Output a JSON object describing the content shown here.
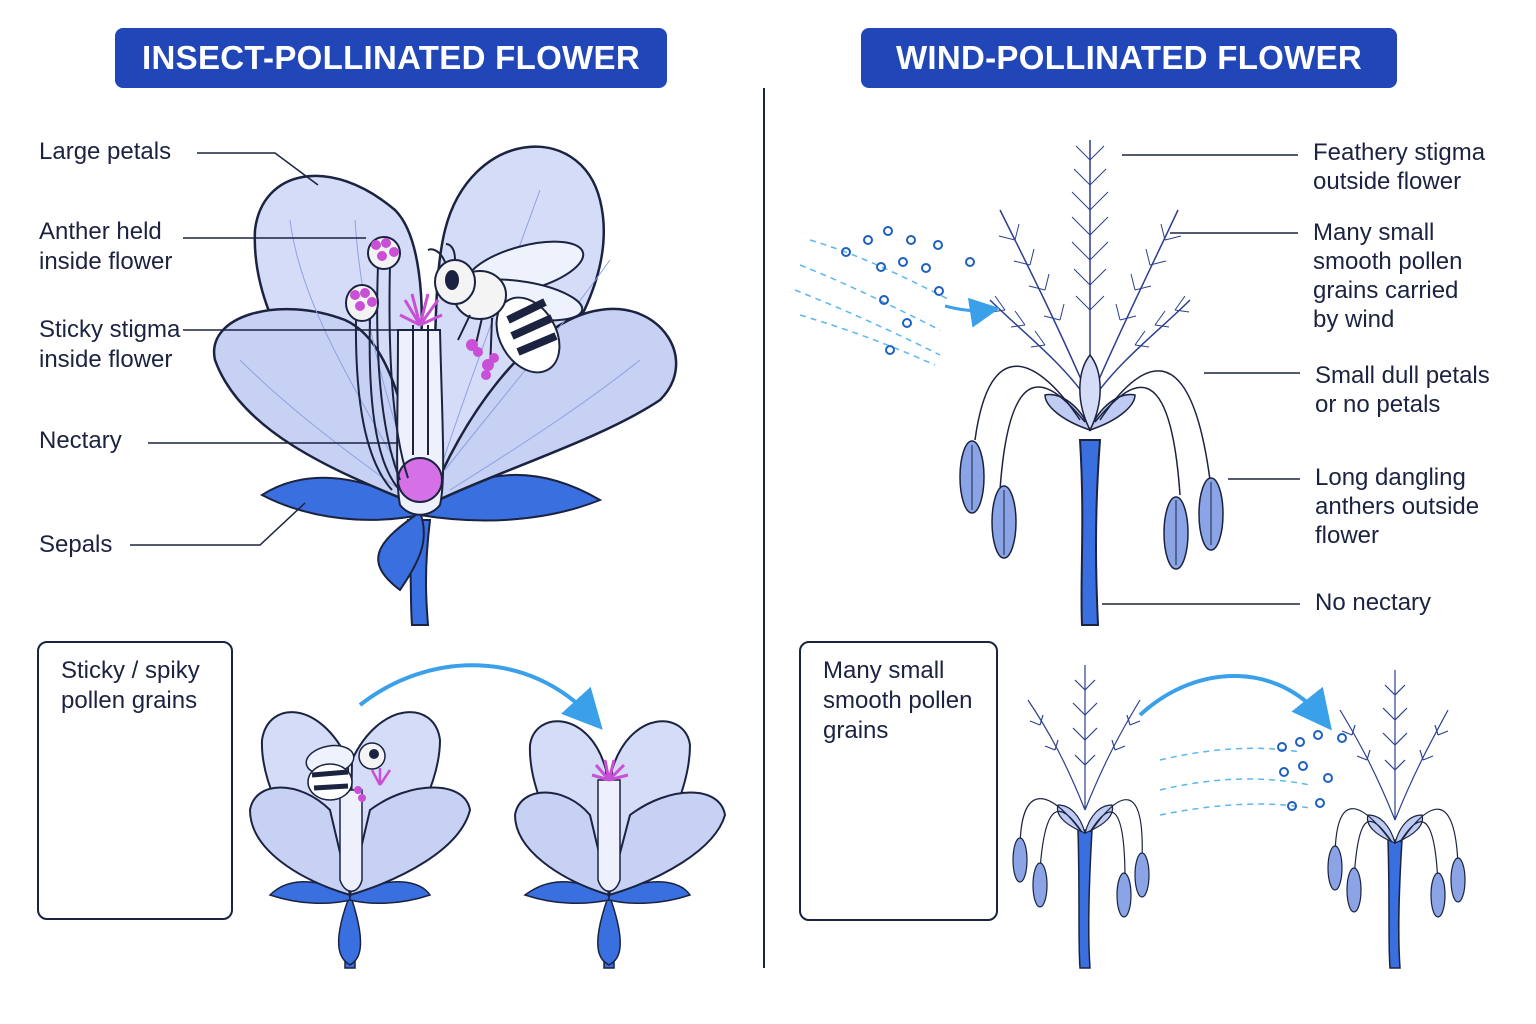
{
  "left": {
    "title": "INSECT-POLLINATED FLOWER",
    "labels": {
      "large_petals": "Large petals",
      "anther_line1": "Anther held",
      "anther_line2": "inside flower",
      "stigma_line1": "Sticky stigma",
      "stigma_line2": "inside flower",
      "nectary": "Nectary",
      "sepals": "Sepals"
    },
    "pollen_box": {
      "line1": "Sticky / spiky",
      "line2": "pollen grains"
    }
  },
  "right": {
    "title": "WIND-POLLINATED FLOWER",
    "labels": {
      "feathery_line1": "Feathery stigma",
      "feathery_line2": "outside flower",
      "pollen_line1": "Many small",
      "pollen_line2": "smooth pollen",
      "pollen_line3": "grains carried",
      "pollen_line4": "by wind",
      "petals_line1": "Small dull petals",
      "petals_line2": "or no petals",
      "anthers_line1": "Long dangling",
      "anthers_line2": "anthers outside",
      "anthers_line3": "flower",
      "no_nectary": "No nectary"
    },
    "pollen_box": {
      "line1": "Many small",
      "line2": "smooth pollen",
      "line3": "grains"
    }
  },
  "colors": {
    "banner": "#2046b8",
    "petal_fill": "#d4dcf7",
    "sepal": "#3a6fe0",
    "pollen": "#c94fd6",
    "wind_pollen": "#3b8fe0",
    "arrow": "#3aa0ea",
    "outline": "#1b2340"
  }
}
